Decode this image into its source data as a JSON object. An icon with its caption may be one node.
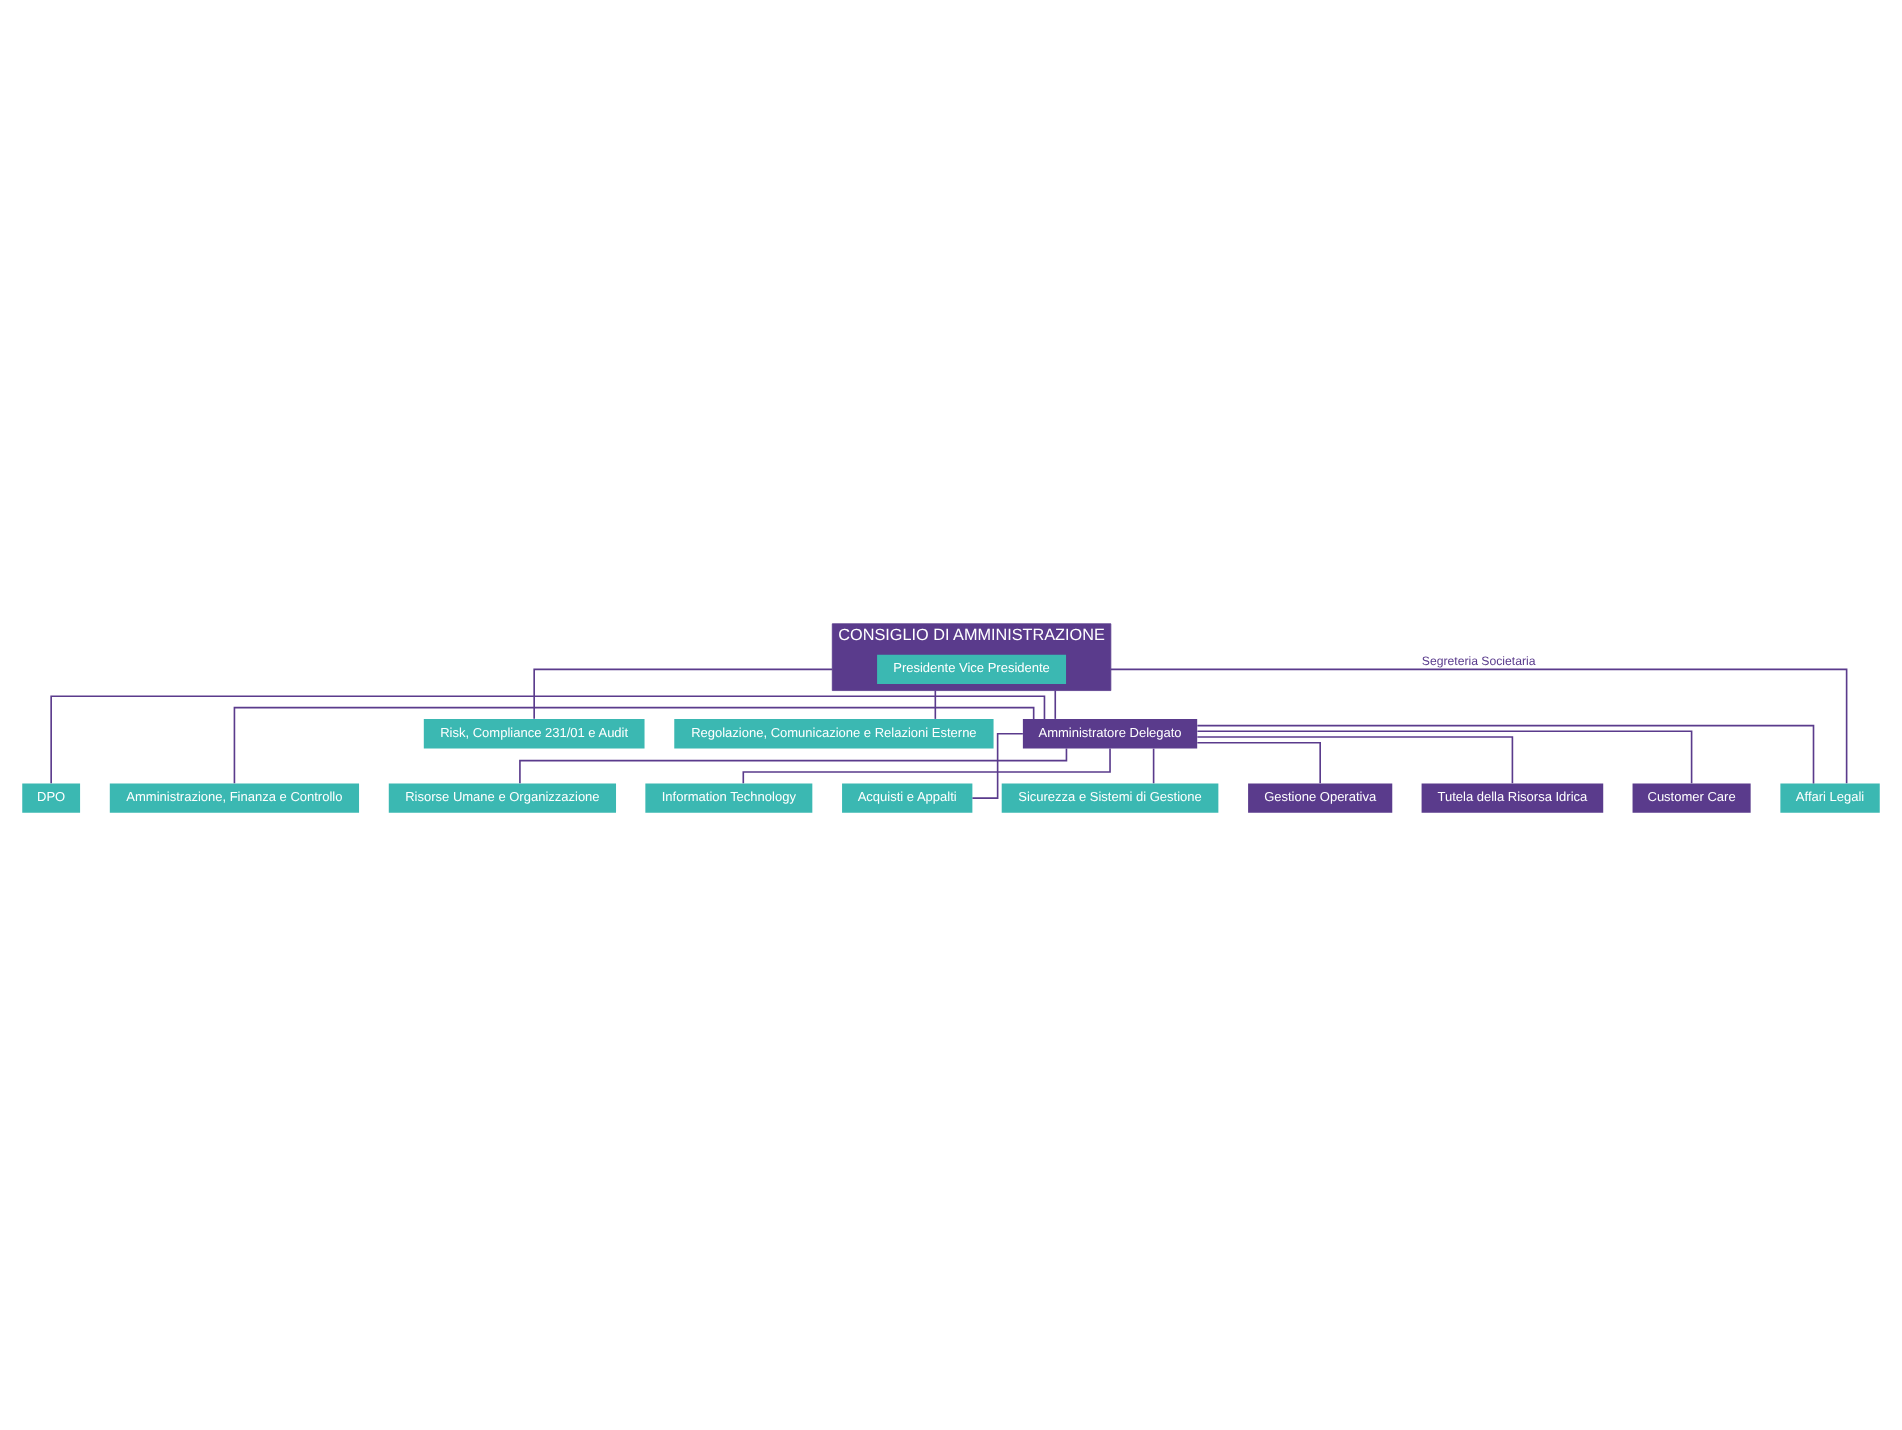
{
  "diagram": {
    "nodes": [
      {
        "text": [
          "CONSIGLIO DI AMMINISTRAZIONE"
        ]
      },
      {
        "text": [
          "Presidente Vice Presidente"
        ],
        "in": 0
      },
      {
        "text": [
          "Risk, Compliance 231/01 e Audit"
        ]
      },
      {
        "text": [
          "Regolazione, Comunicazione e Relazioni Esterne"
        ]
      },
      {
        "text": [
          "DPO"
        ]
      },
      {
        "text": [
          "Amministratore Delegato"
        ]
      },
      {
        "text": [
          "Amministrazione, Finanza e Controllo"
        ]
      },
      {
        "text": [
          "Risorse Umane e Organizzazione"
        ]
      },
      {
        "text": [
          "Information Technology"
        ]
      },
      {
        "text": [
          "Acquisti e Appalti"
        ]
      },
      {
        "text": [
          "Affari Legali"
        ]
      },
      {
        "text": [
          "Sicurezza e Sistemi di Gestione"
        ]
      },
      {
        "text": [
          "Gestione Operativa"
        ]
      },
      {
        "text": [
          "Tutela della Risorsa Idrica"
        ]
      },
      {
        "text": [
          "Customer Care"
        ]
      }
    ],
    "edges": [
      {
        "from": 0,
        "to": 5,
        "arrow": "none"
      },
      {
        "from": 0,
        "to": 2,
        "arrow": "none"
      },
      {
        "from": 0,
        "to": 3,
        "arrow": "none"
      },
      {
        "from": 0,
        "to": 10,
        "arrow": "none",
        "label": "Segreteria Societaria"
      },
      {
        "from": 5,
        "to": 4,
        "arrow": "none"
      },
      {
        "from": 5,
        "to": 6,
        "arrow": "none"
      },
      {
        "from": 5,
        "to": 7,
        "arrow": "none"
      },
      {
        "from": 5,
        "to": 8,
        "arrow": "none"
      },
      {
        "from": 5,
        "to": 9,
        "arrow": "none"
      },
      {
        "from": 5,
        "to": 10,
        "arrow": "none"
      },
      {
        "from": 5,
        "to": 11,
        "arrow": "none"
      },
      {
        "from": 5,
        "to": 12,
        "arrow": "none"
      },
      {
        "from": 5,
        "to": 13,
        "arrow": "none"
      },
      {
        "from": 5,
        "to": 14,
        "arrow": "none"
      }
    ]
  }
}
